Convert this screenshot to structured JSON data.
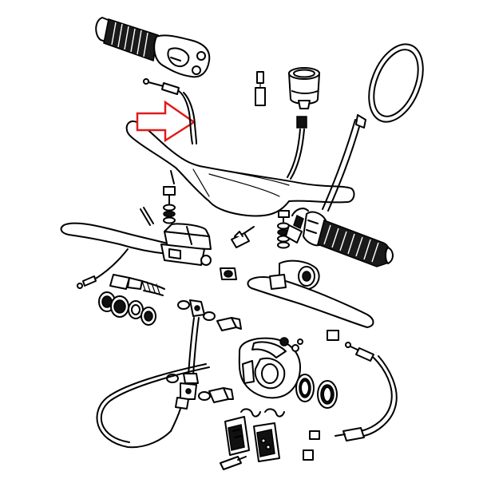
{
  "diagram": {
    "background": "#ffffff",
    "line_color": "#000000",
    "highlight_color": "#e01b1b",
    "highlight_arrow": {
      "points_to": "handlebar",
      "direction": "right"
    },
    "parts": [
      "left-grip",
      "left-switch-housing",
      "throttle-cable",
      "handlebar",
      "tachometer-gauge",
      "tachometer-cable",
      "mirror",
      "right-grip",
      "brake-lever",
      "brake-master-cylinder",
      "clutch-lever",
      "clutch-perch",
      "brake-hose",
      "brake-caliper",
      "brake-pads",
      "clutch-cable",
      "return-spring"
    ]
  }
}
